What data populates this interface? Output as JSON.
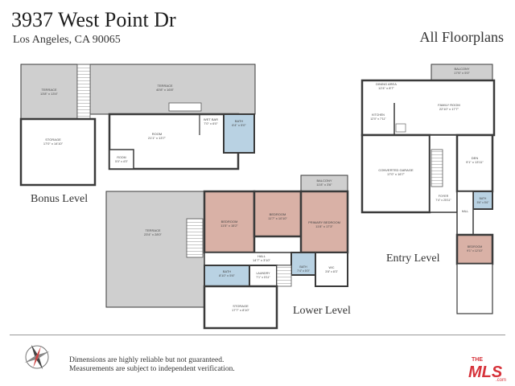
{
  "header": {
    "address": "3937 West Point Dr",
    "city": "Los Angeles, CA 90065",
    "all_floorplans": "All Floorplans"
  },
  "levels": {
    "bonus": "Bonus Level",
    "lower": "Lower Level",
    "entry": "Entry Level"
  },
  "rooms": {
    "bonus_terrace_left": {
      "name": "TERRACE",
      "dims": "13'8\" x 13'4\""
    },
    "bonus_terrace_top": {
      "name": "TERRACE",
      "dims": "40'8\" x 16'8\""
    },
    "bonus_storage": {
      "name": "STORAGE",
      "dims": "17'0\" x 14'10\""
    },
    "bonus_room": {
      "name": "ROOM",
      "dims": "21'1\" x 13'7\""
    },
    "bonus_wet_bar": {
      "name": "WET BAR",
      "dims": "7'0\" x 6'0\""
    },
    "bonus_bath": {
      "name": "BATH",
      "dims": "6'4\" x 5'0\""
    },
    "bonus_small_room": {
      "name": "ROOM",
      "dims": "5'0\" x 4'0\""
    },
    "lower_balcony": {
      "name": "BALCONY",
      "dims": "11'8\" x 3'6\""
    },
    "lower_terrace": {
      "name": "TERRACE",
      "dims": "23'4\" x 28'0\""
    },
    "lower_bedroom1": {
      "name": "BEDROOM",
      "dims": "11'5\" x 15'2\""
    },
    "lower_bedroom2": {
      "name": "BEDROOM",
      "dims": "11'7\" x 10'10\""
    },
    "lower_primary": {
      "name": "PRIMARY BEDROOM",
      "dims": "11'8\" x 17'3\""
    },
    "lower_hall": {
      "name": "HALL",
      "dims": "14'7\" x 3'10\""
    },
    "lower_bath": {
      "name": "BATH",
      "dims": "8'10\" x 5'6\""
    },
    "lower_laundry": {
      "name": "LAUNDRY",
      "dims": "7'1\" x 5'11\""
    },
    "lower_bath2": {
      "name": "BATH",
      "dims": "7'4\" x 5'0\""
    },
    "lower_wic": {
      "name": "W/C",
      "dims": "3'8\" x 8'3\""
    },
    "lower_storage": {
      "name": "STORAGE",
      "dims": "17'7\" x 8'10\""
    },
    "entry_balcony": {
      "name": "BALCONY",
      "dims": "17'6\" x 5'0\""
    },
    "entry_dining": {
      "name": "DINING AREA",
      "dims": "12'4\" x 8'7\""
    },
    "entry_family": {
      "name": "FAMILY ROOM",
      "dims": "22'10\" x 17'7\""
    },
    "entry_kitchen": {
      "name": "KITCHEN",
      "dims": "12'0\" x 7'11\""
    },
    "entry_garage": {
      "name": "CONVERTED GARAGE",
      "dims": "17'0\" x 16'7\""
    },
    "entry_den": {
      "name": "DEN",
      "dims": "9'1\" x 13'11\""
    },
    "entry_foyer": {
      "name": "FOYER",
      "dims": "7'4\" x 25'11\""
    },
    "entry_bath": {
      "name": "BATH",
      "dims": "5'6\" x 5'6\""
    },
    "entry_bedroom": {
      "name": "BEDROOM",
      "dims": "9'1\" x 12'10\""
    },
    "entry_hall": {
      "name": "HALL",
      "dims": ""
    }
  },
  "footer": {
    "disclaimer_line1": "Dimensions are highly reliable but not guaranteed.",
    "disclaimer_line2": "Measurements are subject to independent verification.",
    "mls_the": "THE",
    "mls_logo": "MLS",
    "mls_com": ".com"
  },
  "colors": {
    "wall": "#3a3a3a",
    "floor": "#ffffff",
    "terrace": "#cfcfcf",
    "bedroom": "#d9b1a6",
    "bath": "#b9d2e3",
    "storage": "#e2e2e2"
  }
}
